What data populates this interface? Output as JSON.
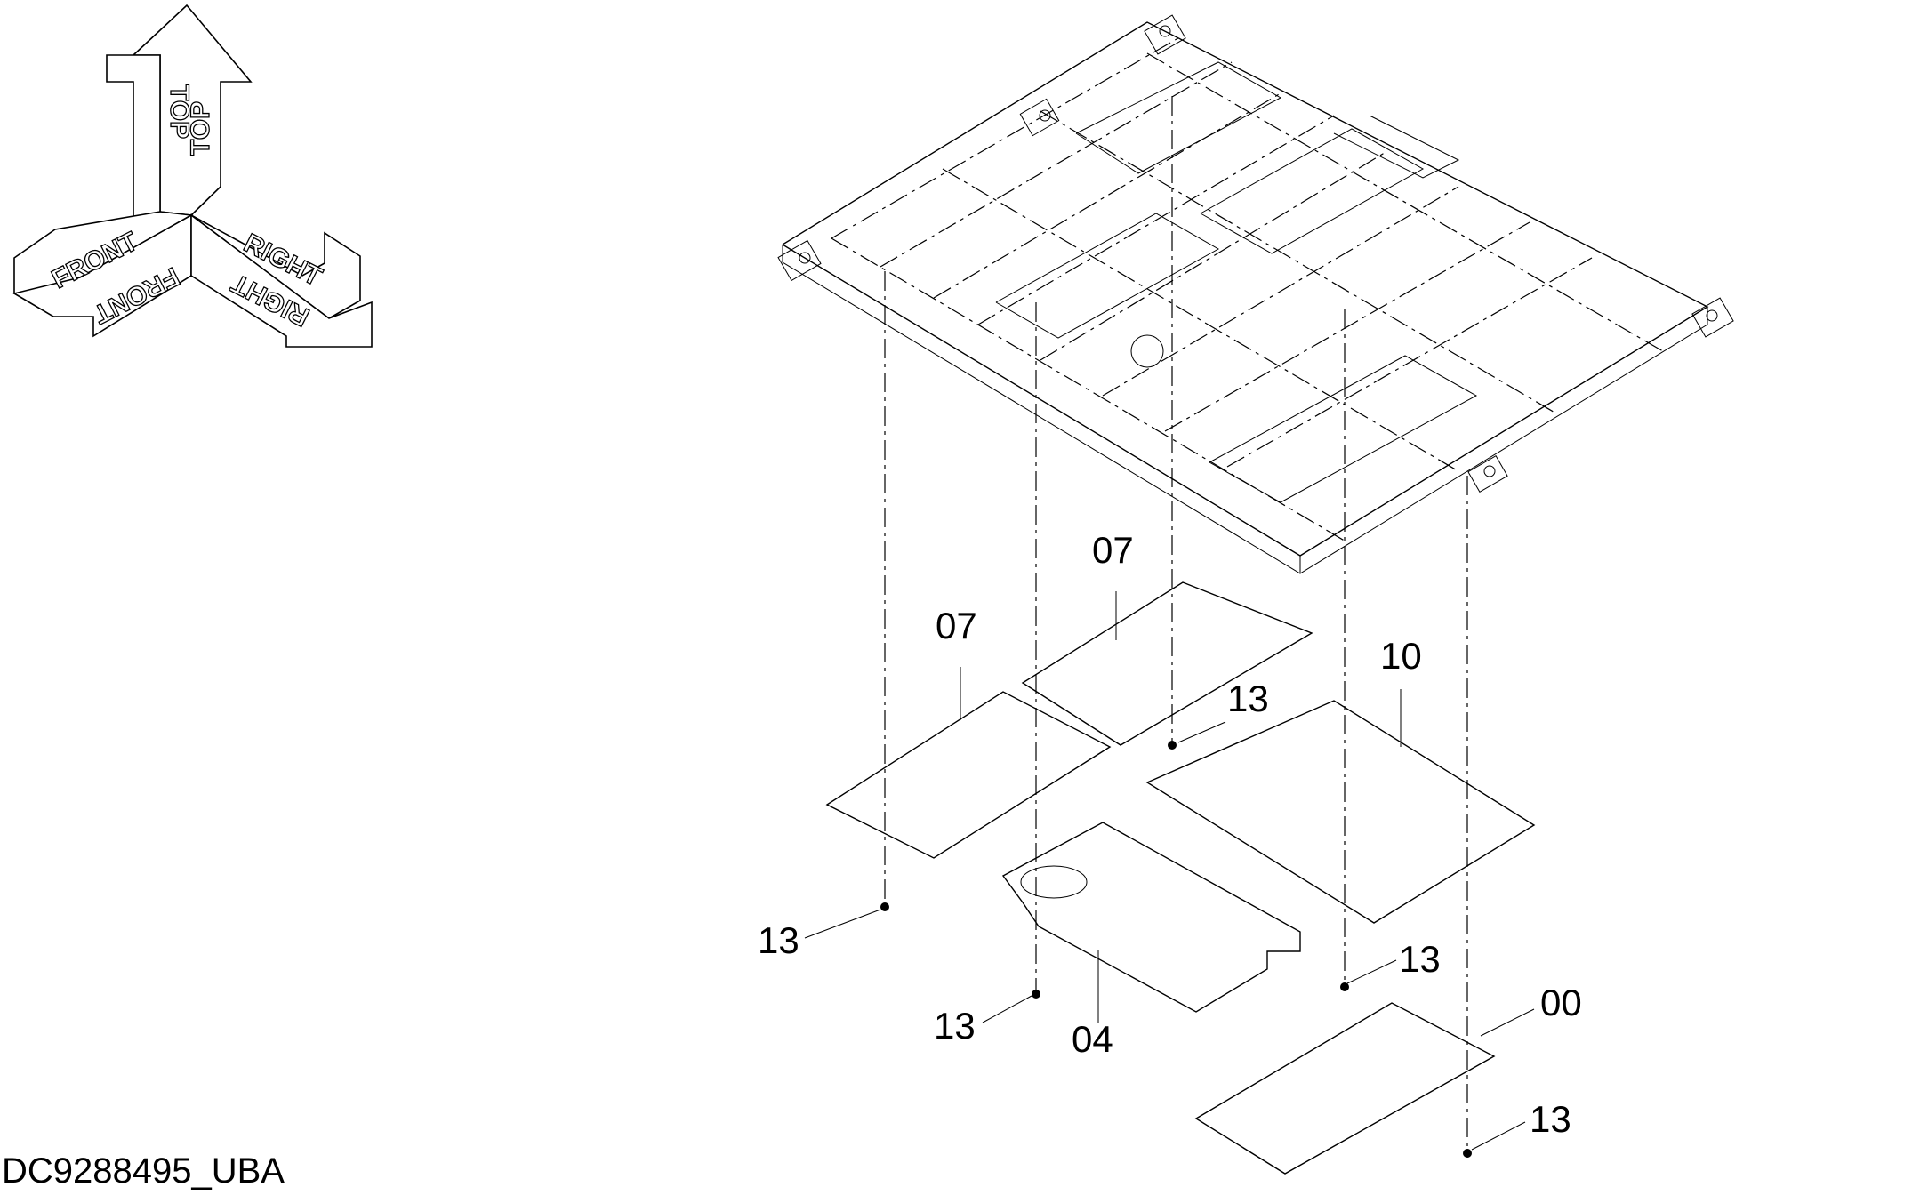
{
  "orientation": {
    "top_label": "TOP",
    "front_label": "FRONT",
    "right_label": "RIGHT"
  },
  "callouts": {
    "c07_left": "07",
    "c07_right": "07",
    "c10": "10",
    "c13_center": "13",
    "c13_left": "13",
    "c13_mid": "13",
    "c13_right": "13",
    "c13_bottom": "13",
    "c04": "04",
    "c00": "00"
  },
  "figure_id": "DC9288495_UBA"
}
